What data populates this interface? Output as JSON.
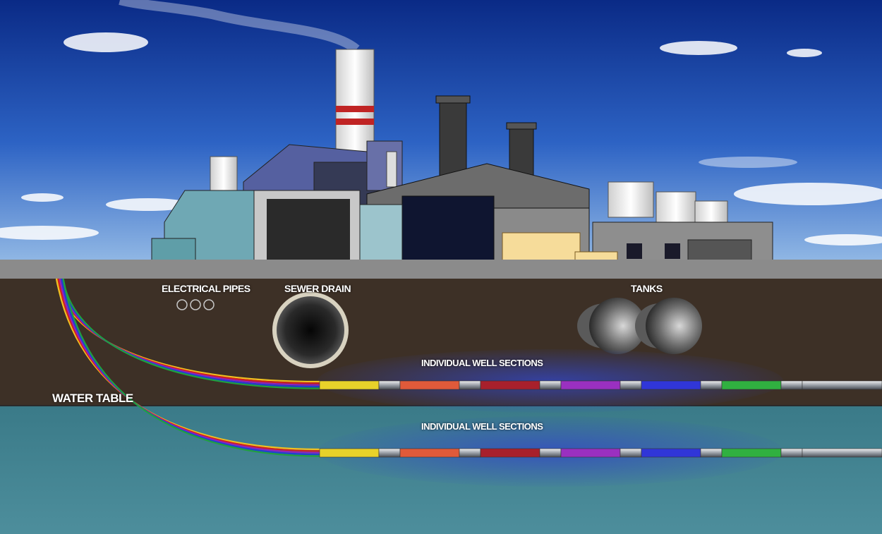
{
  "labels": {
    "electrical_pipes": "ELECTRICAL PIPES",
    "sewer_drain": "SEWER DRAIN",
    "tanks": "TANKS",
    "water_table": "WATER TABLE",
    "well_sections_upper": "INDIVIDUAL WELL SECTIONS",
    "well_sections_lower": "INDIVIDUAL WELL SECTIONS"
  },
  "colors": {
    "sky_top": "#0b2f8c",
    "sky_bottom": "#6a9fd8",
    "ground_surface": "#8b8b8b",
    "soil": "#3d3026",
    "water": "#3f7f8c",
    "section_glow": "#2a3fb0",
    "pipe": "#b8bcc2"
  },
  "well_section_colors": [
    "#e8d22a",
    "#e05a3a",
    "#a8202c",
    "#9a30c0",
    "#3036d8",
    "#30b040"
  ],
  "pipe_strand_colors": [
    "#f0c020",
    "#d02020",
    "#9020c0",
    "#2040d0",
    "#20a040"
  ]
}
